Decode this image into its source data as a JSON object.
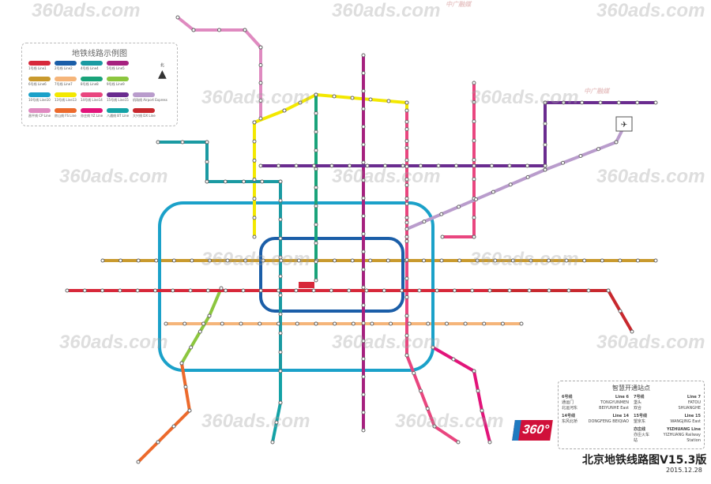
{
  "map_title": "北京地铁线路图V15.3版",
  "date": "2015.12.28",
  "watermark": "360ads.com",
  "watermark_sub": "中广融媒",
  "logo": "360°",
  "north_label": "北",
  "legend": {
    "title": "地铁线路示例图",
    "items": [
      {
        "label": "1号线 Line1",
        "color": "#d7283a"
      },
      {
        "label": "2号线 Line2",
        "color": "#1b5ea8"
      },
      {
        "label": "4号线 Line4",
        "color": "#1a9aa2"
      },
      {
        "label": "5号线 Line5",
        "color": "#a6217f"
      },
      {
        "label": "6号线 Line6",
        "color": "#c99a2e"
      },
      {
        "label": "7号线 Line7",
        "color": "#f5b57a"
      },
      {
        "label": "8号线 Line8",
        "color": "#1aa37a"
      },
      {
        "label": "9号线 Line9",
        "color": "#8cc63f"
      },
      {
        "label": "10号线 Line10",
        "color": "#1ba1c9"
      },
      {
        "label": "13号线 Line13",
        "color": "#f3e800"
      },
      {
        "label": "14号线 Line14",
        "color": "#e9467f"
      },
      {
        "label": "15号线 Line15",
        "color": "#6a2c8f"
      },
      {
        "label": "机场线 Airport Express",
        "color": "#b99ccc"
      },
      {
        "label": "昌平线 CP Line",
        "color": "#df8ac0"
      },
      {
        "label": "房山线 FS Line",
        "color": "#ec6a2c"
      },
      {
        "label": "亦庄线 YZ Line",
        "color": "#e2147a"
      },
      {
        "label": "八通线 BT Line",
        "color": "#14a2a6"
      },
      {
        "label": "大兴线 DX Line",
        "color": "#c8282e"
      }
    ]
  },
  "new_stations": {
    "title": "智慧开通站点",
    "groups": [
      {
        "line_cn": "6号线",
        "line_en": "Line 6",
        "stations": [
          [
            "通运门",
            "TONGYUNMEN"
          ],
          [
            "北运河东",
            "BEIYUNHE East"
          ]
        ]
      },
      {
        "line_cn": "7号线",
        "line_en": "Line 7",
        "stations": [
          [
            "垡头",
            "FATOU"
          ],
          [
            "双合",
            "SHUANGHE"
          ]
        ]
      },
      {
        "line_cn": "14号线",
        "line_en": "Line 14",
        "stations": [
          [
            "东风北桥",
            "DONGFENG BEIQIAO"
          ]
        ]
      },
      {
        "line_cn": "15号线",
        "line_en": "Line 15",
        "stations": [
          [
            "望京东",
            "WANGJING East"
          ]
        ]
      },
      {
        "line_cn": "亦庄线",
        "line_en": "YIZHUANG Line",
        "stations": [
          [
            "亦庄火车站",
            "YIZHUANG Railway Station"
          ]
        ]
      }
    ]
  },
  "colors": {
    "bg": "#ffffff"
  }
}
